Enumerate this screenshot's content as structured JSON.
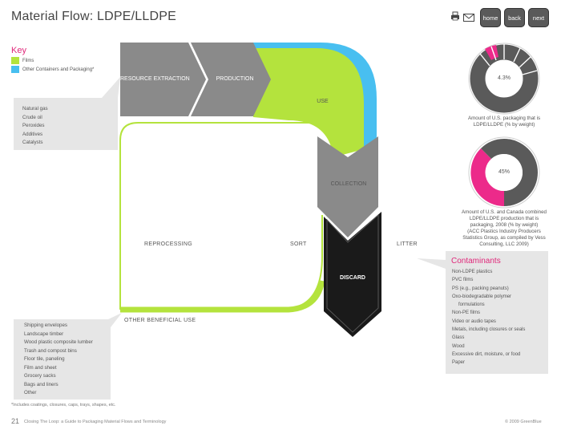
{
  "header": {
    "title": "Material Flow: LDPE/LLDPE",
    "buttons": {
      "home": "home",
      "back": "back",
      "next": "next"
    },
    "icons": [
      "print-icon",
      "email-icon"
    ]
  },
  "key": {
    "title": "Key",
    "items": [
      {
        "label": "Films",
        "color": "#b4e33d"
      },
      {
        "label": "Other Containers and Packaging*",
        "color": "#48bff0"
      }
    ]
  },
  "inputs": [
    "Natural gas",
    "Crude oil",
    "Peroxides",
    "Additives",
    "Catalysts"
  ],
  "flow": {
    "resource_extraction": "RESOURCE EXTRACTION",
    "production": "PRODUCTION",
    "use": "USE",
    "collection": "COLLECTION",
    "discard": "DISCARD",
    "reprocessing": "REPROCESSING",
    "sort": "SORT",
    "litter": "LITTER",
    "other_beneficial_use": "OTHER BENEFICIAL USE"
  },
  "beneficial_uses": [
    "Shipping envelopes",
    "Landscape timber",
    "Wood plastic composite lumber",
    "Trash and compost bins",
    "Floor tile, paneling",
    "Film and sheet",
    "Grocery sacks",
    "Bags and liners",
    "Other"
  ],
  "donut1": {
    "value_label": "4.3%",
    "percent": 4.3,
    "caption": [
      "Amount of U.S. packaging that is",
      "LDPE/LLDPE (% by weight)"
    ]
  },
  "donut2": {
    "value_label": "45%",
    "percent": 45,
    "caption": [
      "Amount of U.S. and Canada combined",
      "LDPE/LLDPE production that is",
      "packaging, 2008 (% by weight)",
      "(ACC Plastics Industry Producers",
      "Statistics Group, as compiled by Vess",
      "Consulting, LLC 2009)"
    ]
  },
  "contaminants": {
    "title": "Contaminants",
    "items": [
      "Non-LDPE plastics",
      "PVC films",
      "PS (e.g., packing peanuts)",
      "Oxo-biodegradable polymer",
      "formulations",
      "Non-PE films",
      "Video or audio tapes",
      "Metals, including closures or seals",
      "Glass",
      "Wood",
      "Excessive dirt, moisture, or food",
      "Paper"
    ]
  },
  "footnote": "*Includes coatings, closures, caps, trays, shapes, etc.",
  "footer": {
    "page": "21",
    "text": "Closing The Loop: a Guide to Packaging Material Flows and Terminology",
    "copyright": "© 2009 GreenBlue"
  },
  "colors": {
    "accent_pink": "#e0287a",
    "green": "#b4e33d",
    "blue": "#48bff0",
    "gray": "#8a8a8a",
    "dark": "#1a1a1a",
    "panel": "#e6e6e6"
  }
}
